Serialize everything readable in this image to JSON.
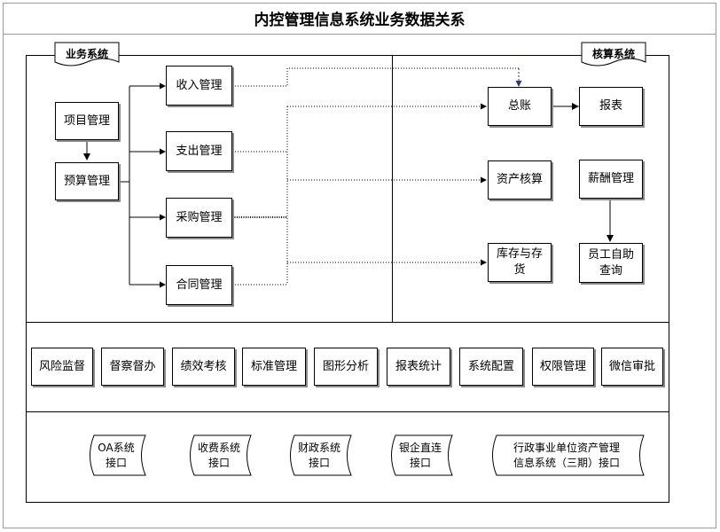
{
  "title": "内控管理信息系统业务数据关系",
  "tags": {
    "business": "业务系统",
    "accounting": "核算系统"
  },
  "business_nodes": {
    "project": "项目管理",
    "budget": "预算管理",
    "income": "收入管理",
    "expense": "支出管理",
    "purchase": "采购管理",
    "contract": "合同管理"
  },
  "accounting_nodes": {
    "ledger": "总账",
    "report": "报表",
    "asset": "资产核算",
    "salary": "薪酬管理",
    "inventory_line1": "库存与存",
    "inventory_line2": "货",
    "selfservice_line1": "员工自助",
    "selfservice_line2": "查询"
  },
  "functions": [
    "风险监督",
    "督察督办",
    "绩效考核",
    "标准管理",
    "图形分析",
    "报表统计",
    "系统配置",
    "权限管理",
    "微信审批"
  ],
  "interfaces": [
    {
      "line1": "OA系统",
      "line2": "接口"
    },
    {
      "line1": "收费系统",
      "line2": "接口"
    },
    {
      "line1": "财政系统",
      "line2": "接口"
    },
    {
      "line1": "银企直连",
      "line2": "接口"
    },
    {
      "line1": "行政事业单位资产管理",
      "line2": "信息系统（三期）接口"
    }
  ]
}
